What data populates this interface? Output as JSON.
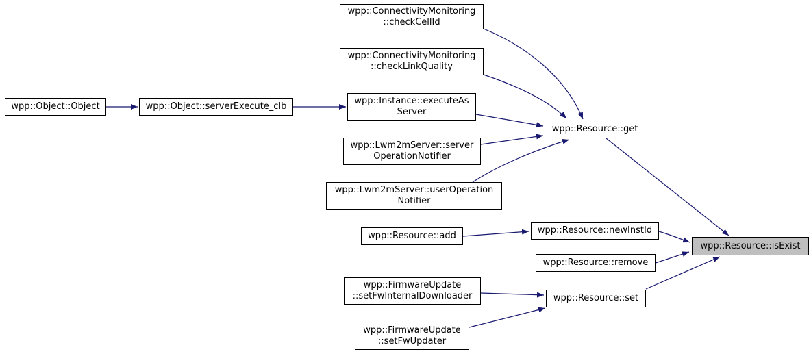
{
  "diagram": {
    "kind": "caller-graph",
    "colors": {
      "edge": "#191970",
      "node_border": "#000000",
      "node_fill": "#ffffff",
      "highlight_fill": "#bfbfbf",
      "text": "#000000",
      "background": "#ffffff"
    },
    "focus_node": "wpp::Resource::isExist",
    "nodes": [
      {
        "id": "check-cell-id",
        "label": "wpp::ConnectivityMonitoring::checkCellId",
        "lines": [
          "wpp::ConnectivityMonitoring",
          "::checkCellId"
        ],
        "highlighted": false
      },
      {
        "id": "check-link-quality",
        "label": "wpp::ConnectivityMonitoring::checkLinkQuality",
        "lines": [
          "wpp::ConnectivityMonitoring",
          "::checkLinkQuality"
        ],
        "highlighted": false
      },
      {
        "id": "object-object",
        "label": "wpp::Object::Object",
        "lines": [
          "wpp::Object::Object"
        ],
        "highlighted": false
      },
      {
        "id": "server-execute-clb",
        "label": "wpp::Object::serverExecute_clb",
        "lines": [
          "wpp::Object::serverExecute_clb"
        ],
        "highlighted": false
      },
      {
        "id": "execute-as-server",
        "label": "wpp::Instance::executeAsServer",
        "lines": [
          "wpp::Instance::executeAs",
          "Server"
        ],
        "highlighted": false
      },
      {
        "id": "server-operation-notifier",
        "label": "wpp::Lwm2mServer::serverOperationNotifier",
        "lines": [
          "wpp::Lwm2mServer::server",
          "OperationNotifier"
        ],
        "highlighted": false
      },
      {
        "id": "user-operation-notifier",
        "label": "wpp::Lwm2mServer::userOperationNotifier",
        "lines": [
          "wpp::Lwm2mServer::userOperation",
          "Notifier"
        ],
        "highlighted": false
      },
      {
        "id": "resource-get",
        "label": "wpp::Resource::get",
        "lines": [
          "wpp::Resource::get"
        ],
        "highlighted": false
      },
      {
        "id": "resource-add",
        "label": "wpp::Resource::add",
        "lines": [
          "wpp::Resource::add"
        ],
        "highlighted": false
      },
      {
        "id": "resource-new-inst-id",
        "label": "wpp::Resource::newInstId",
        "lines": [
          "wpp::Resource::newInstId"
        ],
        "highlighted": false
      },
      {
        "id": "resource-remove",
        "label": "wpp::Resource::remove",
        "lines": [
          "wpp::Resource::remove"
        ],
        "highlighted": false
      },
      {
        "id": "set-fw-internal-downloader",
        "label": "wpp::FirmwareUpdate::setFwInternalDownloader",
        "lines": [
          "wpp::FirmwareUpdate",
          "::setFwInternalDownloader"
        ],
        "highlighted": false
      },
      {
        "id": "resource-set",
        "label": "wpp::Resource::set",
        "lines": [
          "wpp::Resource::set"
        ],
        "highlighted": false
      },
      {
        "id": "set-fw-updater",
        "label": "wpp::FirmwareUpdate::setFwUpdater",
        "lines": [
          "wpp::FirmwareUpdate",
          "::setFwUpdater"
        ],
        "highlighted": false
      },
      {
        "id": "resource-is-exist",
        "label": "wpp::Resource::isExist",
        "lines": [
          "wpp::Resource::isExist"
        ],
        "highlighted": true
      }
    ],
    "edges": [
      {
        "from": "object-object",
        "to": "server-execute-clb"
      },
      {
        "from": "server-execute-clb",
        "to": "execute-as-server"
      },
      {
        "from": "execute-as-server",
        "to": "resource-get"
      },
      {
        "from": "server-operation-notifier",
        "to": "resource-get"
      },
      {
        "from": "user-operation-notifier",
        "to": "resource-get"
      },
      {
        "from": "check-cell-id",
        "to": "resource-get"
      },
      {
        "from": "check-link-quality",
        "to": "resource-get"
      },
      {
        "from": "resource-get",
        "to": "resource-is-exist"
      },
      {
        "from": "resource-add",
        "to": "resource-new-inst-id"
      },
      {
        "from": "resource-new-inst-id",
        "to": "resource-is-exist"
      },
      {
        "from": "resource-remove",
        "to": "resource-is-exist"
      },
      {
        "from": "set-fw-internal-downloader",
        "to": "resource-set"
      },
      {
        "from": "set-fw-updater",
        "to": "resource-set"
      },
      {
        "from": "resource-set",
        "to": "resource-is-exist"
      }
    ]
  }
}
